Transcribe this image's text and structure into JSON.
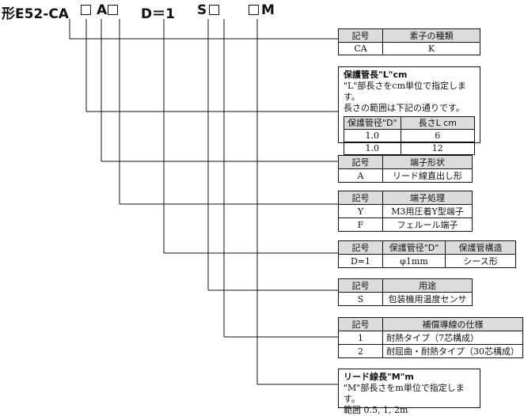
{
  "code": {
    "prefix": "形E52-CA",
    "a": "A",
    "d": "D＝1",
    "s": "S",
    "m": "M"
  },
  "element_table": {
    "headers": [
      "記号",
      "素子の種類"
    ],
    "rows": [
      [
        "CA",
        "K"
      ]
    ]
  },
  "length_section": {
    "title": "保護管長\"L\"cm",
    "desc1": "\"L\"部長さをcm単位で指定します。",
    "desc2": "長さの範囲は下記の通りです。",
    "headers": [
      "保護管径\"D\"",
      "長さL cm"
    ],
    "rows": [
      [
        "1.0",
        "6"
      ],
      [
        "1.0",
        "12"
      ]
    ]
  },
  "terminal_shape_table": {
    "headers": [
      "記号",
      "端子形状"
    ],
    "rows": [
      [
        "A",
        "リード線直出し形"
      ]
    ]
  },
  "terminal_proc_table": {
    "headers": [
      "記号",
      "端子処理"
    ],
    "rows": [
      [
        "Y",
        "M3用圧着Y型端子"
      ],
      [
        "F",
        "フェルール端子"
      ]
    ]
  },
  "tube_table": {
    "headers": [
      "記号",
      "保護管径\"D\"",
      "保護管構造"
    ],
    "rows": [
      [
        "D=1",
        "φ1mm",
        "シース形"
      ]
    ]
  },
  "usage_table": {
    "headers": [
      "記号",
      "用途"
    ],
    "rows": [
      [
        "S",
        "包装機用温度センサ"
      ]
    ]
  },
  "wire_table": {
    "headers": [
      "記号",
      "補償導線の仕様"
    ],
    "rows": [
      [
        "1",
        "耐熱タイプ（7芯構成）"
      ],
      [
        "2",
        "耐屈曲・耐熱タイプ（30芯構成）"
      ]
    ]
  },
  "lead_section": {
    "title": "リード線長\"M\"m",
    "desc1": "\"M\"部長さをm単位で指定します。",
    "desc2": "範囲 0.5, 1, 2m"
  }
}
